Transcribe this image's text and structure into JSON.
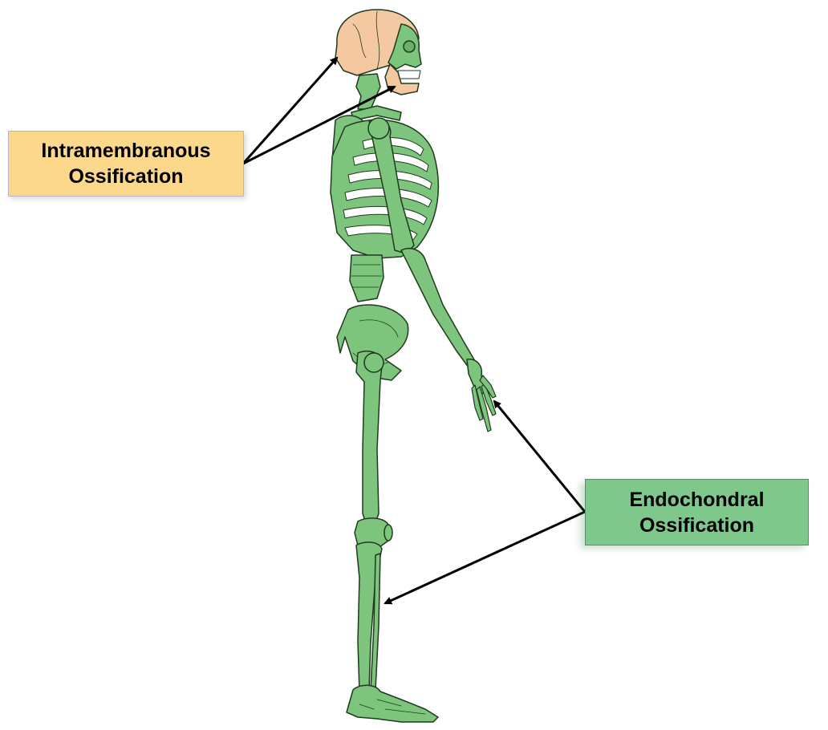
{
  "colors": {
    "background": "#ffffff",
    "intramembranous_bone": "#f4c8a0",
    "endochondral_bone": "#7dc47c",
    "outline": "#1f3a1f",
    "intramembranous_box": "#fbd88b",
    "endochondral_box": "#7fc88c",
    "arrow": "#000000"
  },
  "callouts": {
    "intramembranous": {
      "line1": "Intramembranous",
      "line2": "Ossification",
      "targets": [
        "skull-cranium",
        "mandible"
      ]
    },
    "endochondral": {
      "line1": "Endochondral",
      "line2": "Ossification",
      "targets": [
        "hand-phalanges",
        "tibia"
      ]
    }
  },
  "illustration": {
    "subject": "skeleton-lateral-view",
    "icon": "skeleton-icon"
  }
}
